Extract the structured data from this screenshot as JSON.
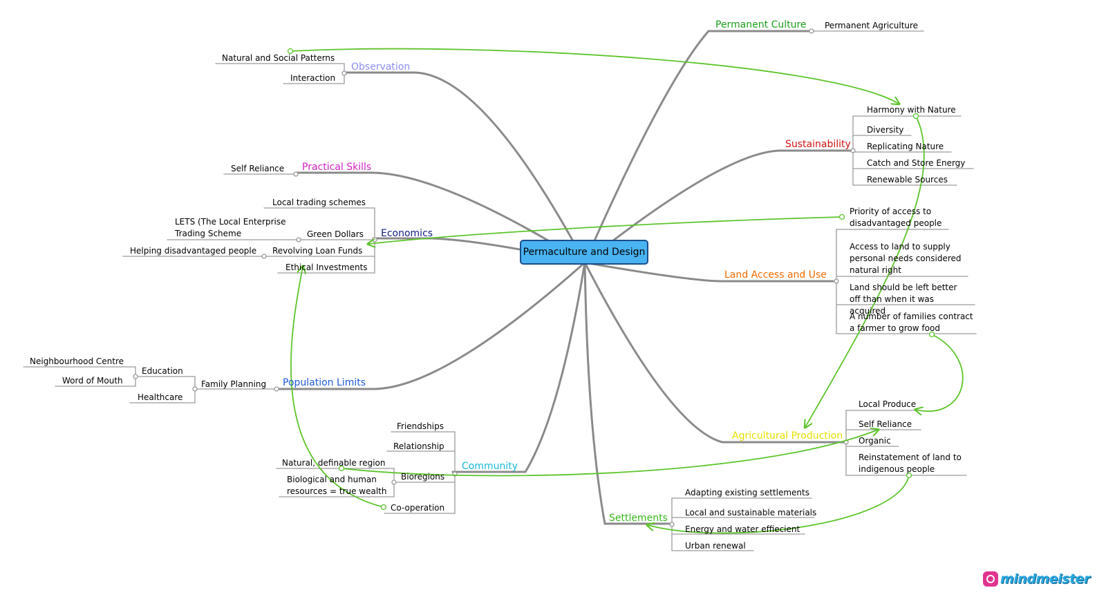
{
  "central": "Permaculture and Design",
  "colors": {
    "branch_line": "#8a8a8a",
    "leaf_line": "#9a9a9a",
    "relation": "#5cc42a",
    "central_fill": "#4ab3f2",
    "central_border": "#1a4d8a"
  },
  "branches": {
    "permanent_culture": {
      "label": "Permanent Culture",
      "color": "#1a9e1a",
      "items": [
        "Permanent Agriculture"
      ]
    },
    "sustainability": {
      "label": "Sustainability",
      "color": "#d11010",
      "items": [
        "Harmony with Nature",
        "Diversity",
        "Replicating Nature",
        "Catch and Store Energy",
        "Renewable Sources"
      ]
    },
    "land_access": {
      "label": "Land Access and Use",
      "color": "#f06a00",
      "items": [
        "Priority of access to disadvantaged people",
        "Access to land to supply personal needs considered natural right",
        "Land should be left better off than when it was acquired",
        "A number of families contract a farmer to grow food"
      ]
    },
    "agricultural_production": {
      "label": "Agricultural Production",
      "color": "#e8e000",
      "items": [
        "Local Produce",
        "Self Reliance",
        "Organic",
        "Reinstatement of land to indigenous people"
      ]
    },
    "settlements": {
      "label": "Settlements",
      "color": "#35b81a",
      "items": [
        "Adapting existing settlements",
        "Local and sustainable materials",
        "Energy and water effiecient",
        "Urban renewal"
      ]
    },
    "community": {
      "label": "Community",
      "color": "#18b9d6",
      "items": [
        "Friendships",
        "Relationship",
        "Bioregions",
        "Co-operation"
      ],
      "bioregions": [
        "Natural, definable region",
        "Biological and human resources = true wealth"
      ]
    },
    "population_limits": {
      "label": "Population Limits",
      "color": "#1f5ad6",
      "family_planning": "Family Planning",
      "family_items": [
        "Education",
        "Healthcare"
      ],
      "education_items": [
        "Neighbourhood Centre",
        "Word of Mouth"
      ]
    },
    "economics": {
      "label": "Economics",
      "color": "#101a80",
      "items": [
        "Local trading schemes",
        "Green Dollars",
        "Revolving Loan Funds",
        "Ethical Investments"
      ],
      "green_dollars_child": "LETS (The Local Enterprise Trading Scheme",
      "loan_child": "Helping disadvantaged people"
    },
    "practical_skills": {
      "label": "Practical Skills",
      "color": "#d11fc4",
      "items": [
        "Self Reliance"
      ]
    },
    "observation": {
      "label": "Observation",
      "color": "#8c8cf0",
      "items": [
        "Natural and Social Patterns",
        "Interaction"
      ]
    }
  },
  "logo": "mindmeister"
}
